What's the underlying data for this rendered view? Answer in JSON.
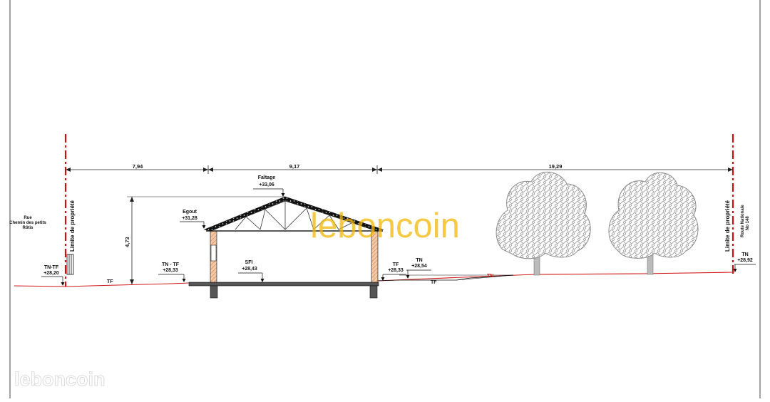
{
  "diagram": {
    "dimensions": {
      "left": "7,94",
      "middle": "9,17",
      "right": "19,29",
      "height": "4,73"
    },
    "left_side": {
      "property_limit": "Limite de propriété",
      "street_line1": "Rue",
      "street_line2": "Chemin des petits",
      "street_line3": "Rôtis",
      "tn_tf_label": "TN-TF",
      "tn_tf_value": "+28,20",
      "tf_label": "TF"
    },
    "right_side": {
      "property_limit": "Limite de propriété",
      "road_line1": "Route Nationale",
      "road_line2": "No 148",
      "tn_label": "TN",
      "tn_value": "+28,92"
    },
    "house": {
      "faitage_label": "Faîtage",
      "faitage_value": "+33,06",
      "egout_label": "Egout",
      "egout_value": "+31,28",
      "sfi_label": "SFI",
      "sfi_value": "+28,43"
    },
    "levels": {
      "tn_tf_left_label": "TN - TF",
      "tn_tf_left_value": "+28,33",
      "tf_right_label": "TF",
      "tf_right_value": "+28,33",
      "tn_right_label": "TN",
      "tn_right_value": "+28,54",
      "tf_ground_label": "TF",
      "tn_red_label": "TN"
    },
    "colors": {
      "limit_line": "#cc1010",
      "ground_tn": "#d01818",
      "wall_hatch": "#e8a87c",
      "roof": "#111111",
      "tree": "#8a8a8a"
    }
  },
  "watermark": {
    "center": "leboncoin",
    "corner": "leboncoin"
  }
}
